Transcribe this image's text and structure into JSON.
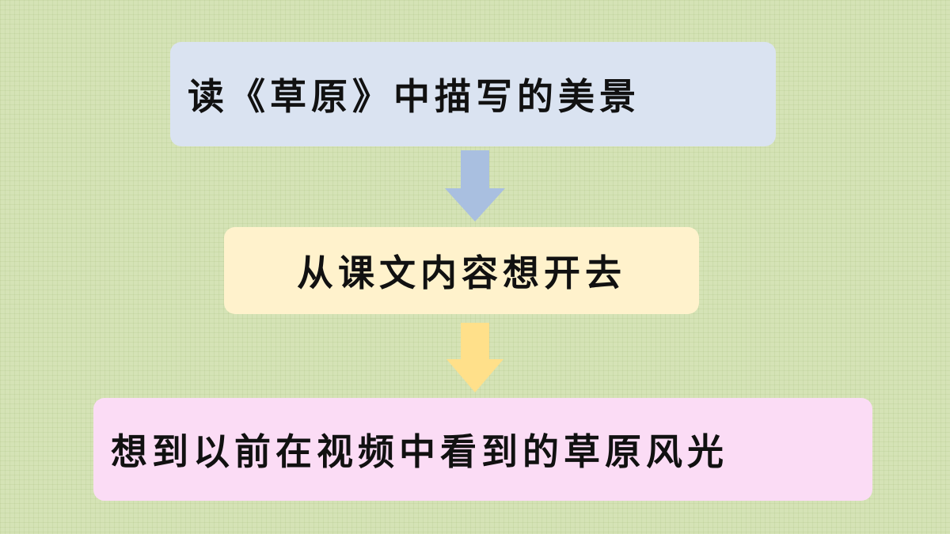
{
  "steps": [
    {
      "text": "读《草原》中描写的美景",
      "color": "#dae3f1"
    },
    {
      "text": "从课文内容想开去",
      "color": "#fff2cc"
    },
    {
      "text": "想到以前在视频中看到的草原风光",
      "color": "#fbdcf5"
    }
  ],
  "arrows": [
    {
      "color": "#a9bfe0"
    },
    {
      "color": "#ffe08a"
    }
  ],
  "background_color": "#d5e3b6"
}
